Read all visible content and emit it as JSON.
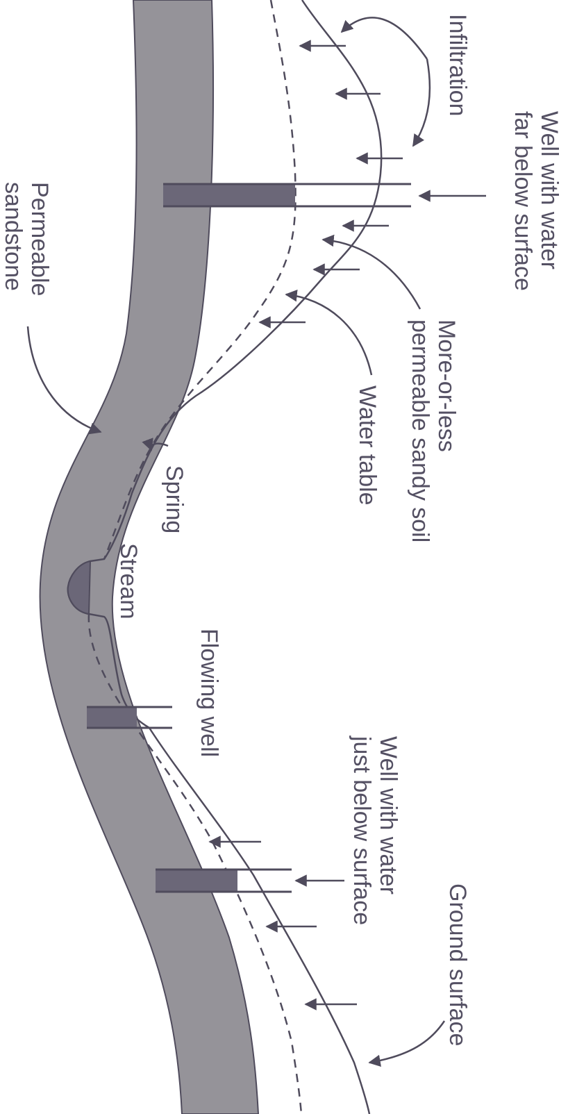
{
  "labels": {
    "well_far": [
      "Well with water",
      "far below surface"
    ],
    "infiltration": "Infiltration",
    "permeable_sandstone": [
      "Permeable",
      "sandstone"
    ],
    "sandy_soil": [
      "More-or-less",
      "permeable sandy soil"
    ],
    "water_table": "Water table",
    "spring": "Spring",
    "stream": "Stream",
    "flowing_well": "Flowing well",
    "well_near": [
      "Well with water",
      "just below surface"
    ],
    "ground_surface": "Ground surface"
  },
  "colors": {
    "sandstone": "#959399",
    "line": "#4f4b5c",
    "water": "#6b6778",
    "label": "#545063",
    "background": "#ffffff"
  }
}
